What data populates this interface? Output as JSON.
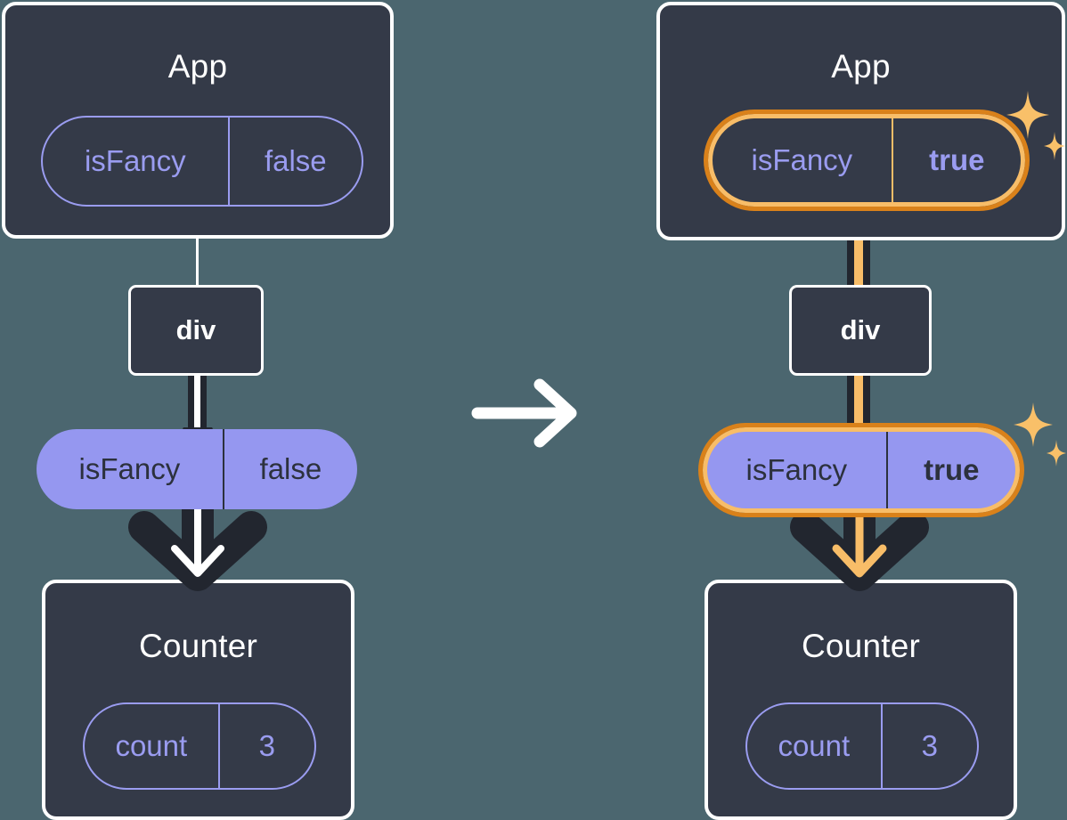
{
  "diagram": {
    "type": "state-update-diagram",
    "background_color": "#4b666f",
    "transition_icon": "right-arrow-icon",
    "panels": [
      {
        "id": "before",
        "state_highlighted": false,
        "app": {
          "title": "App",
          "state": {
            "key": "isFancy",
            "value": "false",
            "highlighted": false,
            "bold_value": false
          }
        },
        "div": {
          "label": "div"
        },
        "prop": {
          "key": "isFancy",
          "value": "false",
          "highlighted": false,
          "bold_value": false
        },
        "counter": {
          "title": "Counter",
          "state": {
            "key": "count",
            "value": "3",
            "highlighted": false,
            "bold_value": false
          }
        }
      },
      {
        "id": "after",
        "state_highlighted": true,
        "app": {
          "title": "App",
          "state": {
            "key": "isFancy",
            "value": "true",
            "highlighted": true,
            "bold_value": true
          }
        },
        "div": {
          "label": "div"
        },
        "prop": {
          "key": "isFancy",
          "value": "true",
          "highlighted": true,
          "bold_value": true
        },
        "counter": {
          "title": "Counter",
          "state": {
            "key": "count",
            "value": "3",
            "highlighted": false,
            "bold_value": false
          }
        }
      }
    ],
    "colors": {
      "panel_fill": "#343a48",
      "panel_border": "#ffffff",
      "pill_purple": "#9597f0",
      "pill_purple_text": "#2c313d",
      "pill_outline_purple": "#9a9cf0",
      "highlight_inner": "#f8bd68",
      "highlight_outer": "#d9811a",
      "arrow_dark": "#22262f",
      "sparkle": "#f9c069"
    }
  }
}
